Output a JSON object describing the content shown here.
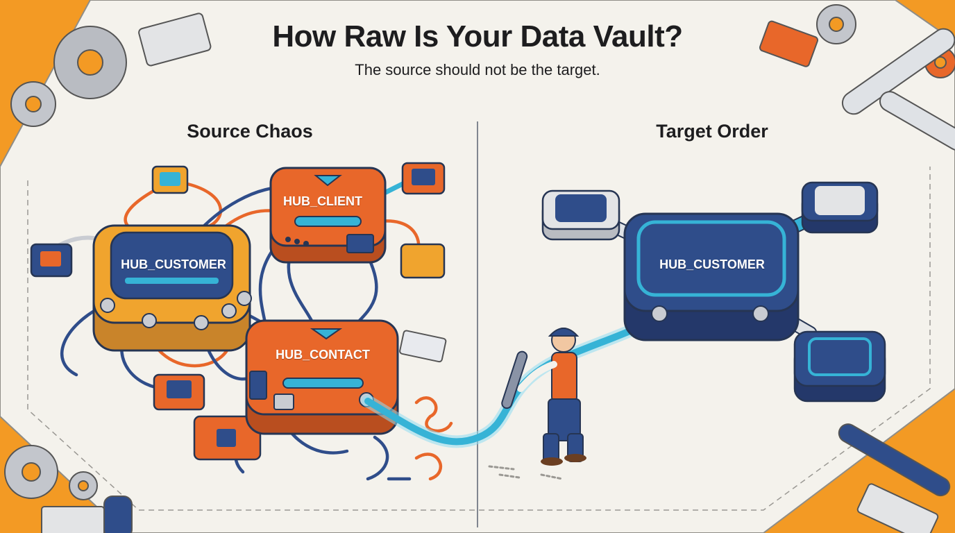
{
  "header": {
    "title": "How Raw Is Your Data Vault?",
    "subtitle": "The source should not be the target."
  },
  "left_panel": {
    "heading": "Source Chaos",
    "hubs": [
      {
        "label": "HUB_CUSTOMER",
        "color": "#f0a42e"
      },
      {
        "label": "HUB_CLIENT",
        "color": "#e8672a"
      },
      {
        "label": "HUB_CONTACT",
        "color": "#e8672a"
      }
    ]
  },
  "right_panel": {
    "heading": "Target Order",
    "hub": {
      "label": "HUB_CUSTOMER",
      "color": "#2f4d8a"
    }
  },
  "colors": {
    "background": "#f39a24",
    "canvas": "#f4f2ec",
    "navy": "#2f4d8a",
    "orange": "#e8672a",
    "amber": "#f0a42e",
    "teal": "#36b3d6"
  }
}
